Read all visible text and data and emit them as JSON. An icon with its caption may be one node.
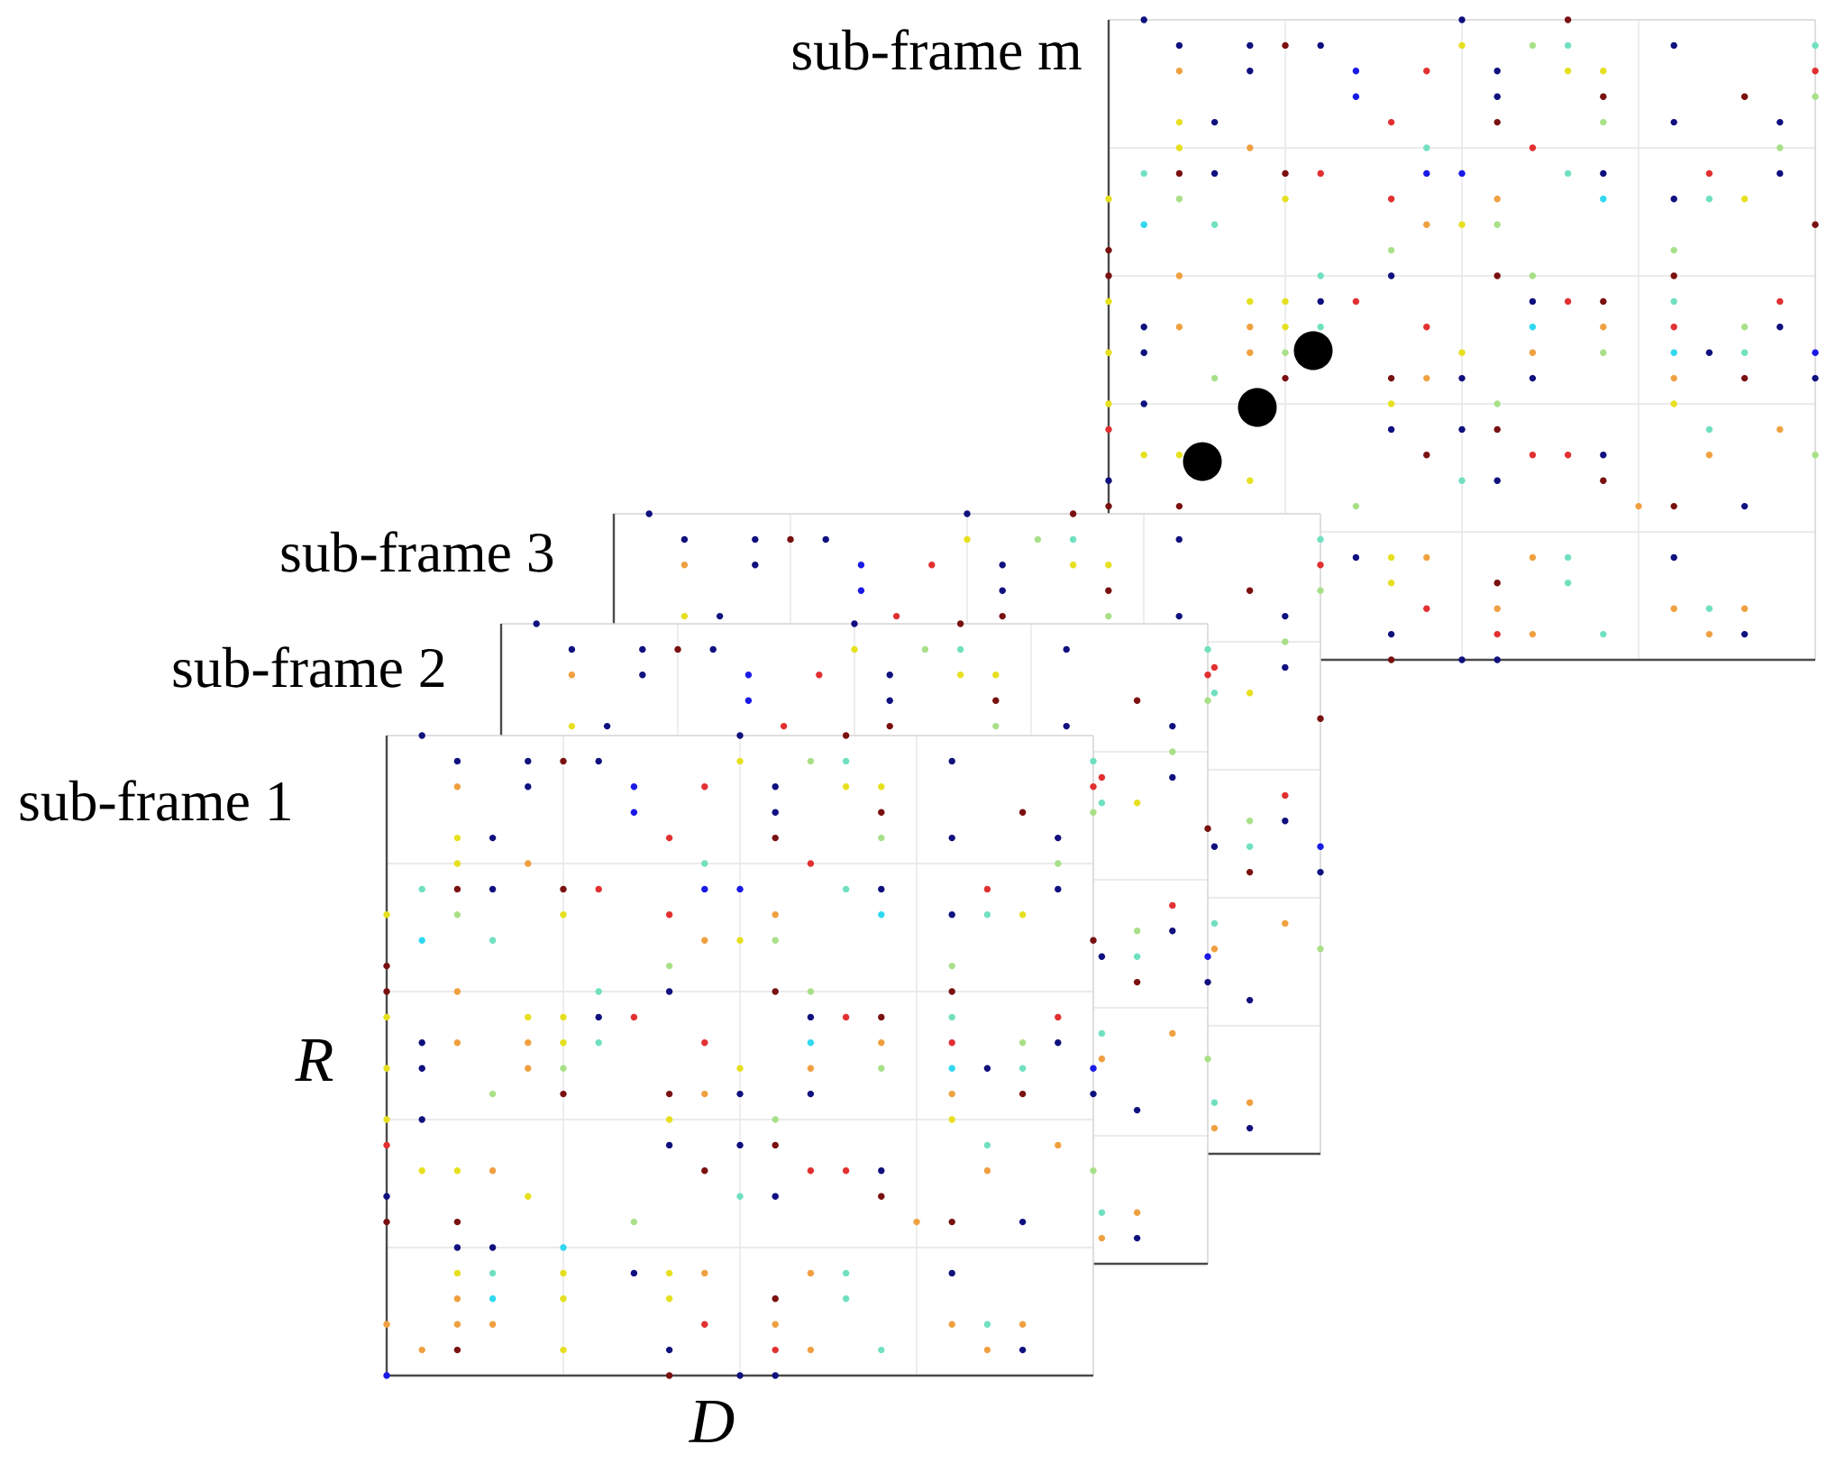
{
  "diagram": {
    "nodes": [
      {
        "text": [
          "sub-frame 1"
        ]
      },
      {
        "text": [
          "sub-frame 2"
        ]
      },
      {
        "text": [
          "sub-frame 3"
        ]
      },
      {
        "text": [
          "sub-frame m"
        ]
      }
    ],
    "labels": [
      "R",
      "D"
    ]
  }
}
